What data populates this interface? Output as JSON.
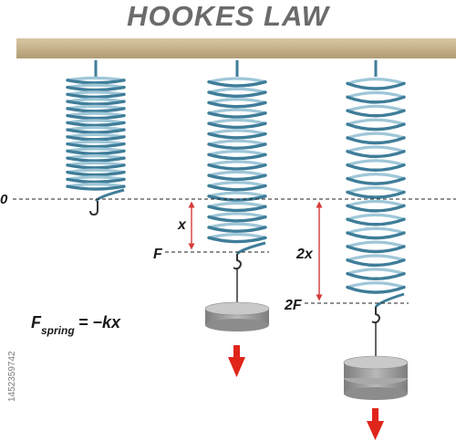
{
  "title": "HOOKES LAW",
  "labels": {
    "zero": "0",
    "x": "x",
    "F": "F",
    "two_x": "2x",
    "two_F": "2F",
    "formula_main": "F",
    "formula_sub": "spring",
    "formula_rhs": "= −kx"
  },
  "stock_id": "1452359742",
  "colors": {
    "beam": "#c9b48e",
    "spring": "#3f7d99",
    "spring_highlight": "#9fc7d8",
    "arrow_red": "#e0251b",
    "weight": "#9a9a9a",
    "dashed_line": "#222222"
  }
}
